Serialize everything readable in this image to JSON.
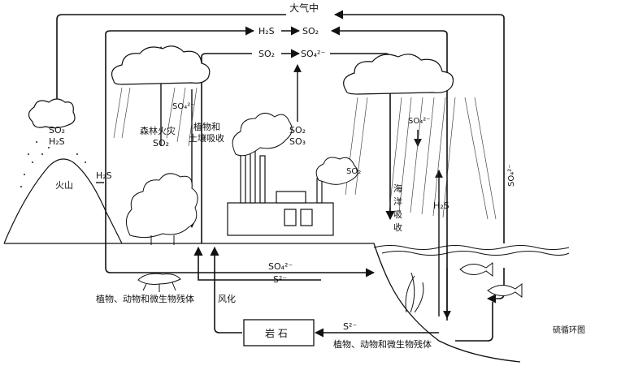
{
  "labels": {
    "atmosphere": "大气中",
    "h2s_top": "H₂S",
    "so2_top": "SO₂",
    "so2_mid": "SO₂",
    "so4_mid": "SO₄²⁻",
    "volcano_so2": "SO₂",
    "volcano_h2s": "H₂S",
    "volcano": "火山",
    "volcano_h2s_rise": "H₂S",
    "forest_so4": "SO₄²⁻",
    "forest_fire": "森林火灾",
    "forest_fire_so2": "SO₂",
    "plant_soil_1": "植物和",
    "plant_soil_2": "土壤吸收",
    "factory_so2": "SO₂",
    "factory_so3": "SO₃",
    "factory_so2_small": "SO₂",
    "ocean_absorb": [
      "海",
      "洋",
      "吸",
      "收"
    ],
    "rain_so4": "SO₄²⁻",
    "ocean_h2s": "H₂S",
    "right_so4": "SO₄²⁻",
    "ground_so4": "SO₄²⁻",
    "ground_s2": "S²⁻",
    "remains_land": "植物、动物和微生物残体",
    "weathering": "风化",
    "rock": "岩  石",
    "bottom_s2": "S²⁻",
    "remains_sea": "植物、动物和微生物残体",
    "caption": "硫循环图"
  },
  "colors": {
    "ink": "#111111",
    "paper": "#ffffff"
  }
}
